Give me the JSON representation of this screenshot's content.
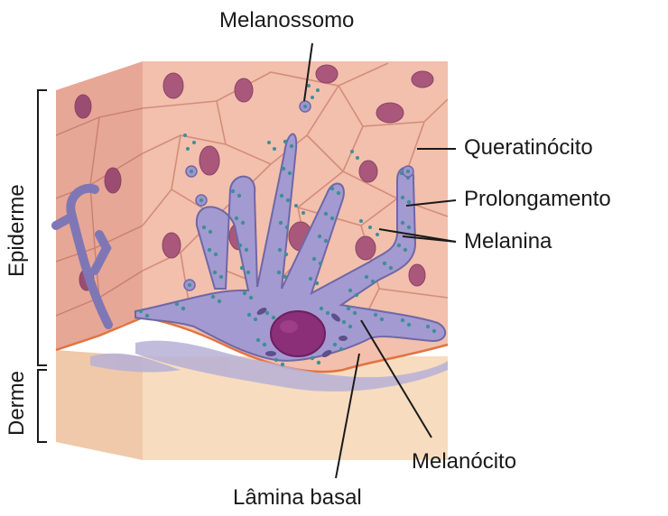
{
  "labels": {
    "melanossomo": "Melanossomo",
    "queratinocito": "Queratinócito",
    "prolongamento": "Prolongamento",
    "melanina": "Melanina",
    "melanocito": "Melanócito",
    "lamina_basal": "Lâmina basal",
    "epiderme": "Epiderme",
    "derme": "Derme"
  },
  "colors": {
    "epidermis_front": "#f2c0ad",
    "epidermis_side": "#e7a796",
    "cell_border": "#d48c7c",
    "nucleus": "#a9587c",
    "dermis": "#f7dcc0",
    "melanocyte": "#a49ad2",
    "melanocyte_edge": "#6f67a6",
    "melanin_granule": "#3e8f95",
    "cell_nucleus": "#8a2f78",
    "basal_lamina": "#e2733f"
  }
}
